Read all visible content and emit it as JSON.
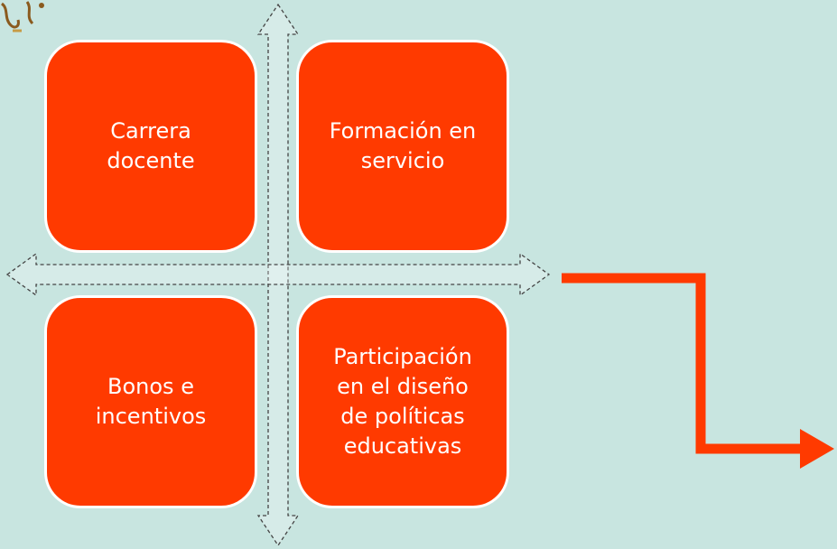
{
  "diagram": {
    "boxes": [
      {
        "lines": [
          "Carrera",
          "docente"
        ]
      },
      {
        "lines": [
          "Formación en",
          "servicio"
        ]
      },
      {
        "lines": [
          "Bonos e",
          "incentivos"
        ]
      },
      {
        "lines": [
          "Participación",
          "en el diseño",
          "de políticas",
          "educativas"
        ]
      }
    ]
  },
  "colors": {
    "background": "#c8e5e0",
    "box_fill": "#ff3a00",
    "box_border": "#ffffff",
    "connector_arrow": "#ff3a00",
    "dashed_arrow_stroke": "#444444"
  },
  "icons": [
    "ornament-icon",
    "dashed-double-arrow-icon",
    "elbow-arrow-icon"
  ]
}
